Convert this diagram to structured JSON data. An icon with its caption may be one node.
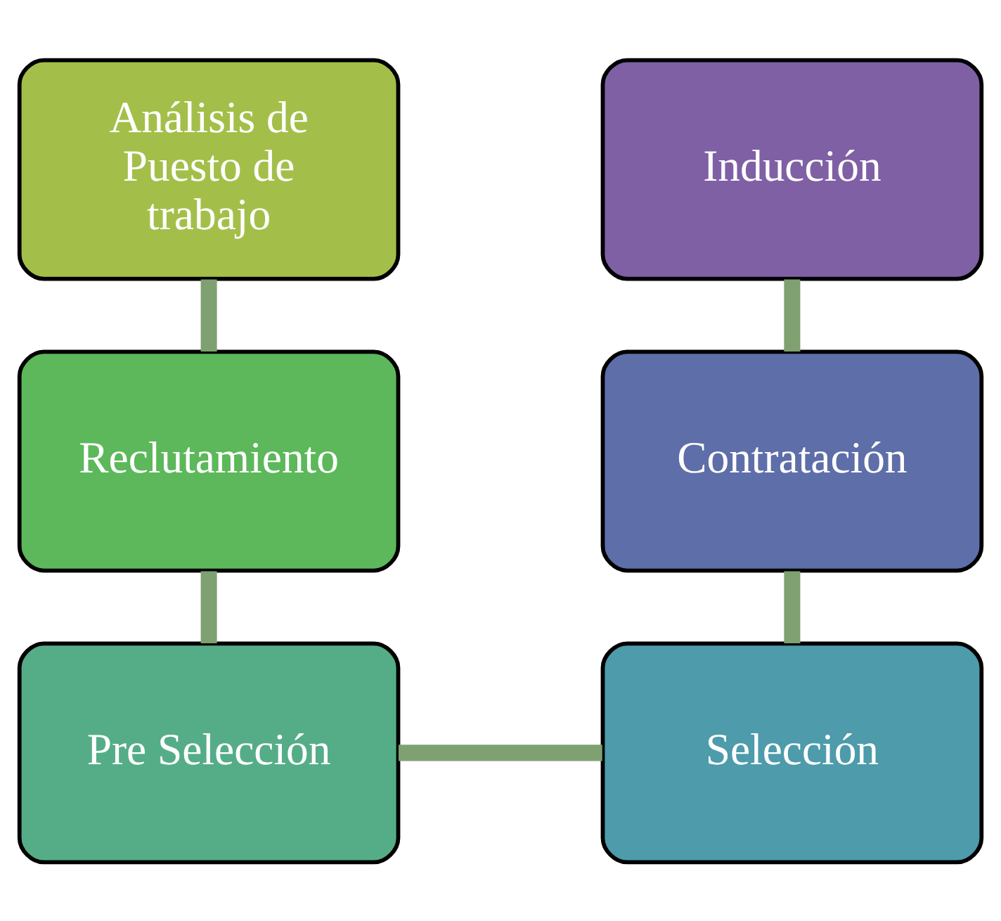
{
  "diagram": {
    "nodes": [
      {
        "text": [
          "Análisis de Puesto de trabajo"
        ]
      },
      {
        "text": [
          "Inducción"
        ]
      },
      {
        "text": [
          "Reclutamiento"
        ]
      },
      {
        "text": [
          "Contratación"
        ]
      },
      {
        "text": [
          "Pre Selección"
        ]
      },
      {
        "text": [
          "Selección"
        ]
      }
    ],
    "edges": [
      {
        "from": 0,
        "to": 2,
        "arrow": "none"
      },
      {
        "from": 2,
        "to": 4,
        "arrow": "none"
      },
      {
        "from": 4,
        "to": 5,
        "arrow": "none"
      },
      {
        "from": 5,
        "to": 3,
        "arrow": "none"
      },
      {
        "from": 3,
        "to": 1,
        "arrow": "none"
      }
    ]
  }
}
